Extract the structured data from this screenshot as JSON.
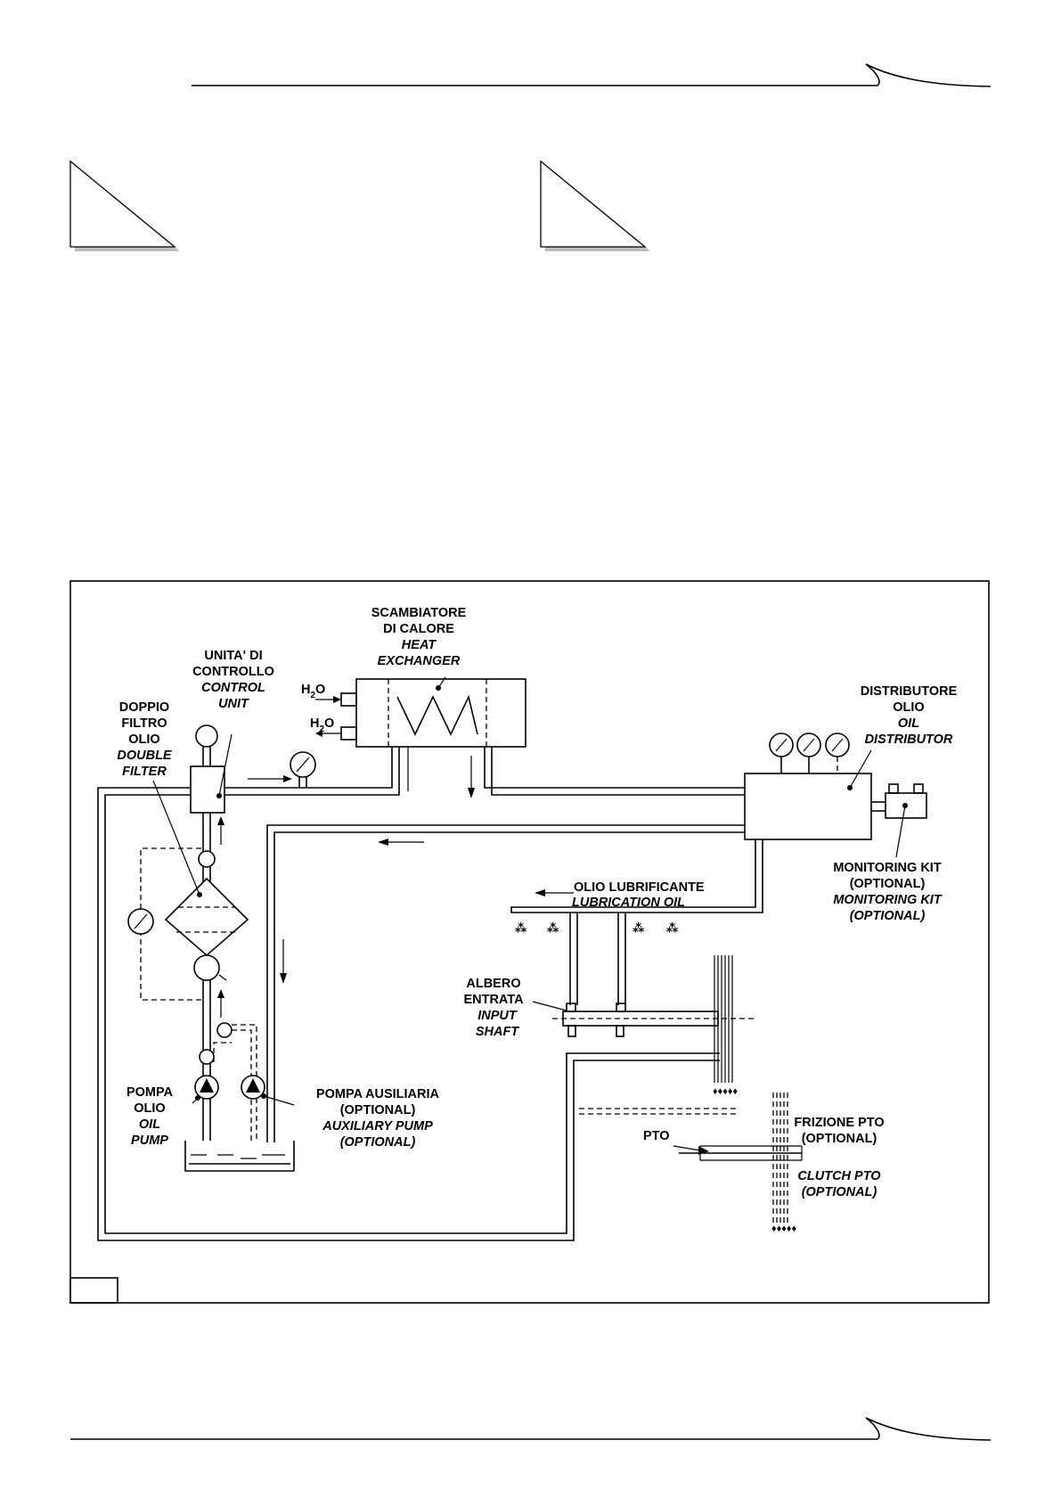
{
  "diagram": {
    "labels": {
      "heat_exchanger": [
        "SCAMBIATORE",
        "DI CALORE",
        "HEAT",
        "EXCHANGER"
      ],
      "control_unit": [
        "UNITA' DI",
        "CONTROLLO",
        "CONTROL",
        "UNIT"
      ],
      "double_filter": [
        "DOPPIO",
        "FILTRO",
        "OLIO",
        "DOUBLE",
        "FILTER"
      ],
      "oil_distributor": [
        "DISTRIBUTORE",
        "OLIO",
        "OIL",
        "DISTRIBUTOR"
      ],
      "monitoring_kit": [
        "MONITORING KIT",
        "(OPTIONAL)",
        "MONITORING KIT",
        "(OPTIONAL)"
      ],
      "lubrication_oil": [
        "OLIO LUBRIFICANTE",
        "LUBRICATION OIL"
      ],
      "input_shaft": [
        "ALBERO",
        "ENTRATA",
        "INPUT",
        "SHAFT"
      ],
      "oil_pump": [
        "POMPA",
        "OLIO",
        "OIL",
        "PUMP"
      ],
      "auxiliary_pump": [
        "POMPA AUSILIARIA",
        "(OPTIONAL)",
        "AUXILIARY PUMP",
        "(OPTIONAL)"
      ],
      "clutch_pto": [
        "FRIZIONE PTO",
        "(OPTIONAL)",
        "CLUTCH PTO",
        "(OPTIONAL)"
      ],
      "pto": "PTO",
      "water_in": "H",
      "water_in_sub": "2",
      "water_in_suffix": "O",
      "water_out": "H",
      "water_out_sub": "2",
      "water_out_suffix": "O"
    }
  }
}
